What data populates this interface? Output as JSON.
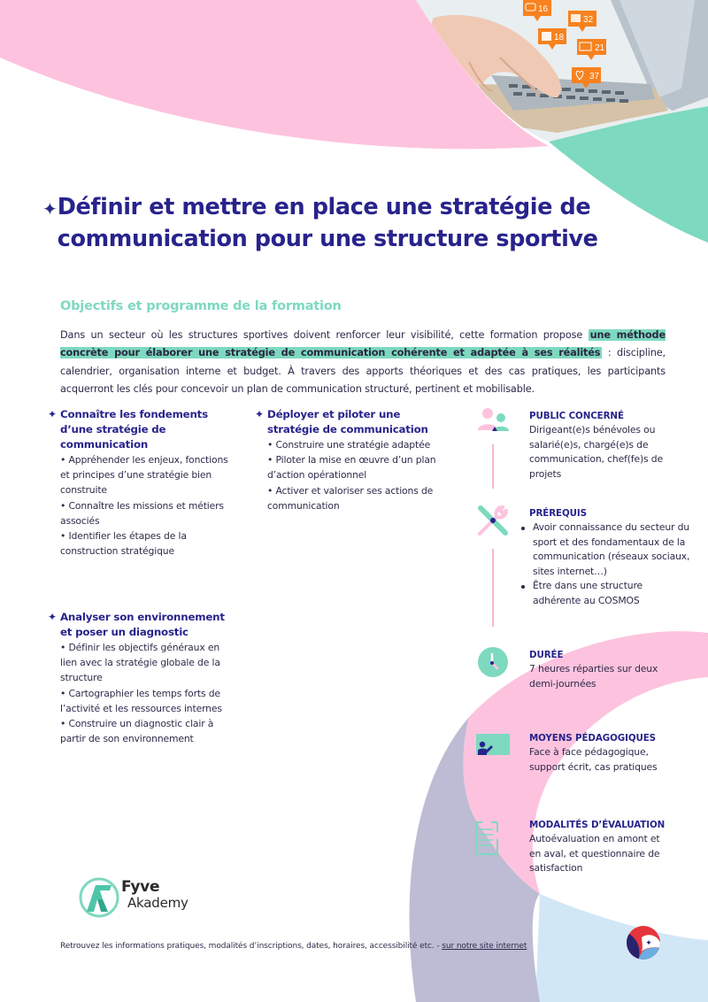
{
  "header": {
    "photo_badges": [
      {
        "icon": "comment-icon",
        "count": "16"
      },
      {
        "icon": "cart-icon",
        "count": "32"
      },
      {
        "icon": "thumbs-up-icon",
        "count": "18"
      },
      {
        "icon": "mail-icon",
        "count": "21"
      },
      {
        "icon": "heart-icon",
        "count": "37"
      }
    ],
    "title_icon": "sparkle-icon",
    "title": "Définir et mettre en place une stratégie de communication pour une structure sportive"
  },
  "intro": {
    "heading": "Objectifs et programme de la formation",
    "text_before": "Dans un secteur où les structures sportives doivent renforcer leur visibilité, cette formation propose ",
    "highlight": "une méthode concrète pour élaborer une stratégie de communication cohérente et adaptée à ses réalités",
    "text_after": " : discipline, calendrier, organisation interne et budget. À travers des apports théoriques et des cas pratiques, les participants acquerront les clés pour concevoir un plan de communication structuré, pertinent et mobilisable."
  },
  "modules": [
    {
      "title": "Connaître les fondements d’une stratégie de communication",
      "items": [
        "Appréhender les enjeux, fonctions et principes d’une stratégie bien construite",
        "Connaître les missions et métiers associés",
        "Identifier les étapes de la construction stratégique"
      ]
    },
    {
      "title": "Déployer et piloter une stratégie de communication",
      "items": [
        "Construire une stratégie adaptée",
        "Piloter la mise en œuvre d’un plan d’action opérationnel",
        "Activer et valoriser ses actions de communication"
      ]
    },
    {
      "title": "Analyser son environnement et poser un diagnostic",
      "items": [
        "Définir les objectifs généraux en lien avec la stratégie globale de la structure",
        "Cartographier les temps forts de l’activité et les ressources internes",
        "Construire un diagnostic clair à partir de son environnement"
      ]
    }
  ],
  "info": {
    "public": {
      "icon": "people-icon",
      "title": "PUBLIC CONCERNÉ",
      "text": "Dirigeant(e)s bénévoles ou salarié(e)s, chargé(e)s de communication, chef(fe)s de projets"
    },
    "prerequis": {
      "icon": "tools-icon",
      "title": "PRÉREQUIS",
      "items": [
        "Avoir connaissance du secteur du sport et des fondamentaux de la communication (réseaux sociaux, sites internet…)",
        "Être dans une structure adhérente au COSMOS"
      ]
    },
    "duree": {
      "icon": "clock-icon",
      "title": "DURÉE",
      "text": "7 heures réparties sur deux demi-journées"
    },
    "moyens": {
      "icon": "teacher-board-icon",
      "title": "MOYENS PÉDAGOGIQUES",
      "text": "Face à face pédagogique, support écrit, cas pratiques"
    },
    "evaluation": {
      "icon": "clipboard-idea-icon",
      "title": "MODALITÉS D’ÉVALUATION",
      "text": "Autoévaluation en amont et en aval, et questionnaire de satisfaction"
    }
  },
  "logo": {
    "line1": "Fyve",
    "line2": "Akademy"
  },
  "footer": {
    "text": "Retrouvez les informations pratiques, modalités d’inscriptions, dates, horaires, accessibilité etc. - ",
    "link": "sur notre site internet"
  },
  "colors": {
    "navy": "#28238c",
    "teal": "#7dd9bf",
    "pink": "#fdc3de",
    "lavender": "#bdbcd4",
    "light_blue": "#d2e7f6",
    "orange_badge": "#f7821f"
  }
}
